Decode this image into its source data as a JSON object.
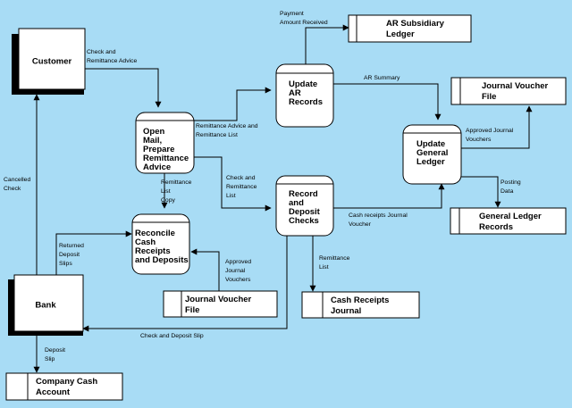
{
  "entities": {
    "customer": "Customer",
    "bank": "Bank"
  },
  "processes": {
    "open_mail": [
      "Open",
      "Mail,",
      "Prepare",
      "Remittance",
      "Advice"
    ],
    "update_ar": [
      "Update",
      "AR",
      "Records"
    ],
    "record_deposit": [
      "Record",
      "and",
      "Deposit",
      "Checks"
    ],
    "update_gl": [
      "Update",
      "General",
      "Ledger"
    ],
    "reconcile": [
      "Reconcile",
      "Cash",
      "Receipts",
      "and Deposits"
    ]
  },
  "stores": {
    "ar_subsidiary": [
      "AR Subsidiary",
      "Ledger"
    ],
    "jv_file_top": [
      "Journal Voucher",
      "File"
    ],
    "gl_records": [
      "General Ledger",
      "Records"
    ],
    "cash_receipts": [
      "Cash Receipts",
      "Journal"
    ],
    "jv_file_bottom": [
      "Journal Voucher",
      "File"
    ],
    "company_cash": [
      "Company Cash",
      "Account"
    ]
  },
  "flows": {
    "check_remit_advice": [
      "Check and",
      "Remittance Advice"
    ],
    "payment_amount": [
      "Payment",
      "Amount Received"
    ],
    "remit_advice_list": [
      "Remittance Advice and",
      "Remittance List"
    ],
    "ar_summary": [
      "AR Summary"
    ],
    "approved_jv_top": [
      "Approved Journal",
      "Vouchers"
    ],
    "check_remit_list": [
      "Check and",
      "Remittance",
      "List"
    ],
    "remit_list_copy": [
      "Remittance",
      "List",
      "Copy"
    ],
    "cash_receipts_jv": [
      "Cash receipts Journal",
      "Voucher"
    ],
    "posting_data": [
      "Posting",
      "Data"
    ],
    "cancelled_check": [
      "Cancelled",
      "Check"
    ],
    "returned_deposit": [
      "Returned",
      "Deposit",
      "Slips"
    ],
    "approved_jv_bottom": [
      "Approved",
      "Journal",
      "Vouchers"
    ],
    "remit_list": [
      "Remittance",
      "List"
    ],
    "check_deposit_slip": [
      "Check and Deposit Slip"
    ],
    "deposit_slip": [
      "Deposit",
      "Slip"
    ]
  }
}
